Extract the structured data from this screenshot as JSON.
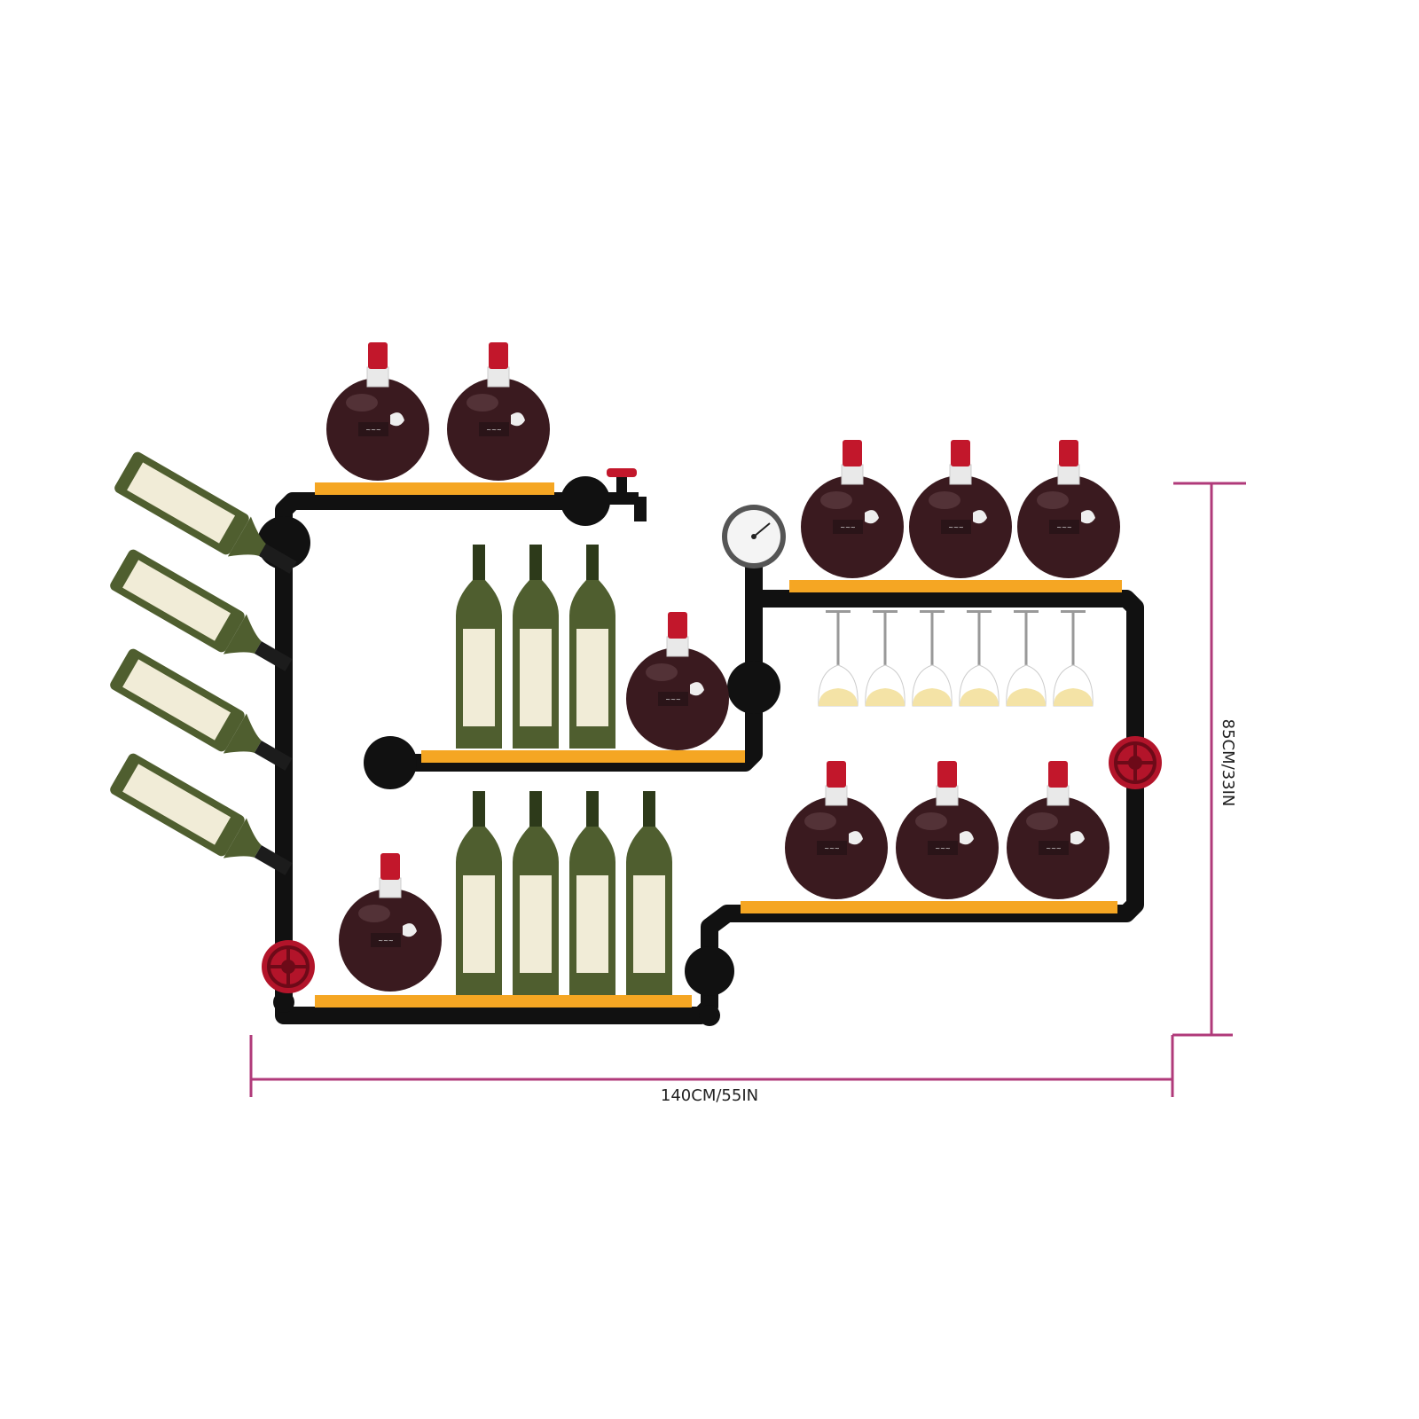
{
  "dimensions": {
    "width_label": "140CM/55IN",
    "height_label": "85CM/33IN",
    "line_color": "#b03a7a"
  },
  "colors": {
    "pipe": "#111111",
    "shelf": "#f5a623",
    "wine": "#3a1a1f",
    "cap": "#c2172b",
    "green_bottle": "#4f5e2f",
    "label": "#f1ecd7",
    "glass_liquid": "#f4e3a6",
    "valve": "#b3142a"
  },
  "product": {
    "name": "industrial-pipe-wine-rack",
    "icons": [
      "pipe-frame",
      "wood-shelf",
      "round-decanter-icon",
      "wine-bottle-icon",
      "wine-glass-icon",
      "pressure-gauge-icon",
      "tap-faucet-icon",
      "valve-wheel-icon"
    ]
  }
}
